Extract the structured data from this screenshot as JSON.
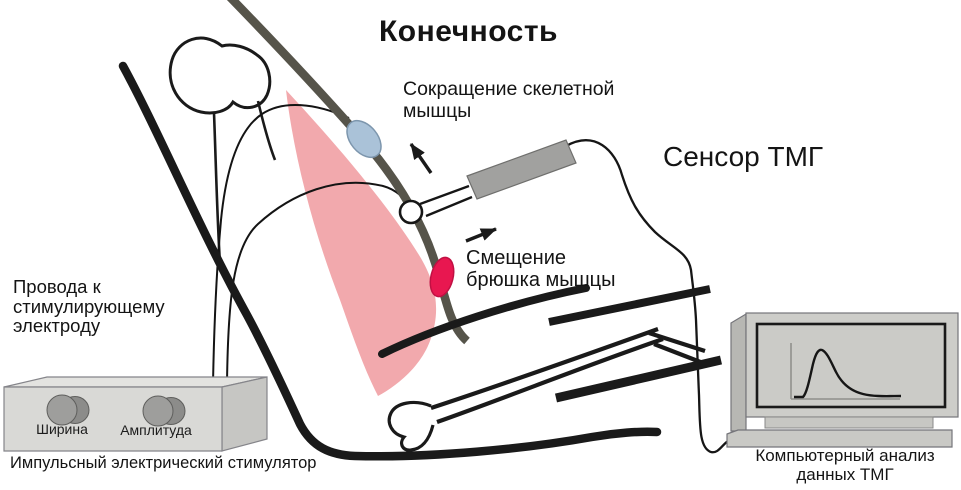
{
  "diagram": {
    "title": "Конечность",
    "annotations": {
      "contraction": "Сокращение скелетной\nмышцы",
      "sensor": "Сенсор ТМГ",
      "displacement": "Смещение\nбрюшка мышцы",
      "wires": "Провода к\nстимулирующему\nэлектроду",
      "stimulator_caption": "Импульсный электрический стимулятор",
      "computer_caption": "Компьютерный анализ\nданных ТМГ"
    },
    "stimulator": {
      "knob_width_label": "Ширина",
      "knob_amplitude_label": "Амплитуда"
    },
    "monitor": {
      "curve_name": "tmg-twitch-response-curve"
    },
    "colors": {
      "muscle_pink": "#f2a9ad",
      "electrode_blue": "#aac2d8",
      "electrode_red": "#e81750",
      "skin_line_olive": "#56544a",
      "outline_black": "#1a1a1a",
      "device_gray": "#d9d9d6",
      "sensor_gray": "#a1a19f"
    }
  }
}
